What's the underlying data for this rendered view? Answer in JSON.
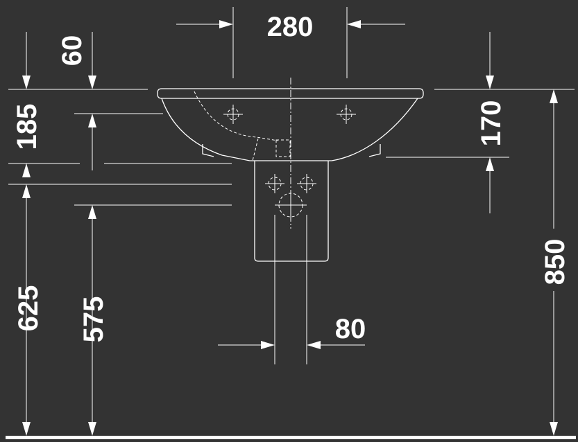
{
  "dimensions": {
    "overflow_spacing": "280",
    "rim_to_top": "60",
    "basin_depth": "185",
    "rim_to_drain": "170",
    "total_height": "850",
    "siphon_lower": "625",
    "siphon_upper": "575",
    "pipe_width": "80"
  },
  "colors": {
    "background": "#333333",
    "lines": "#ffffff"
  }
}
